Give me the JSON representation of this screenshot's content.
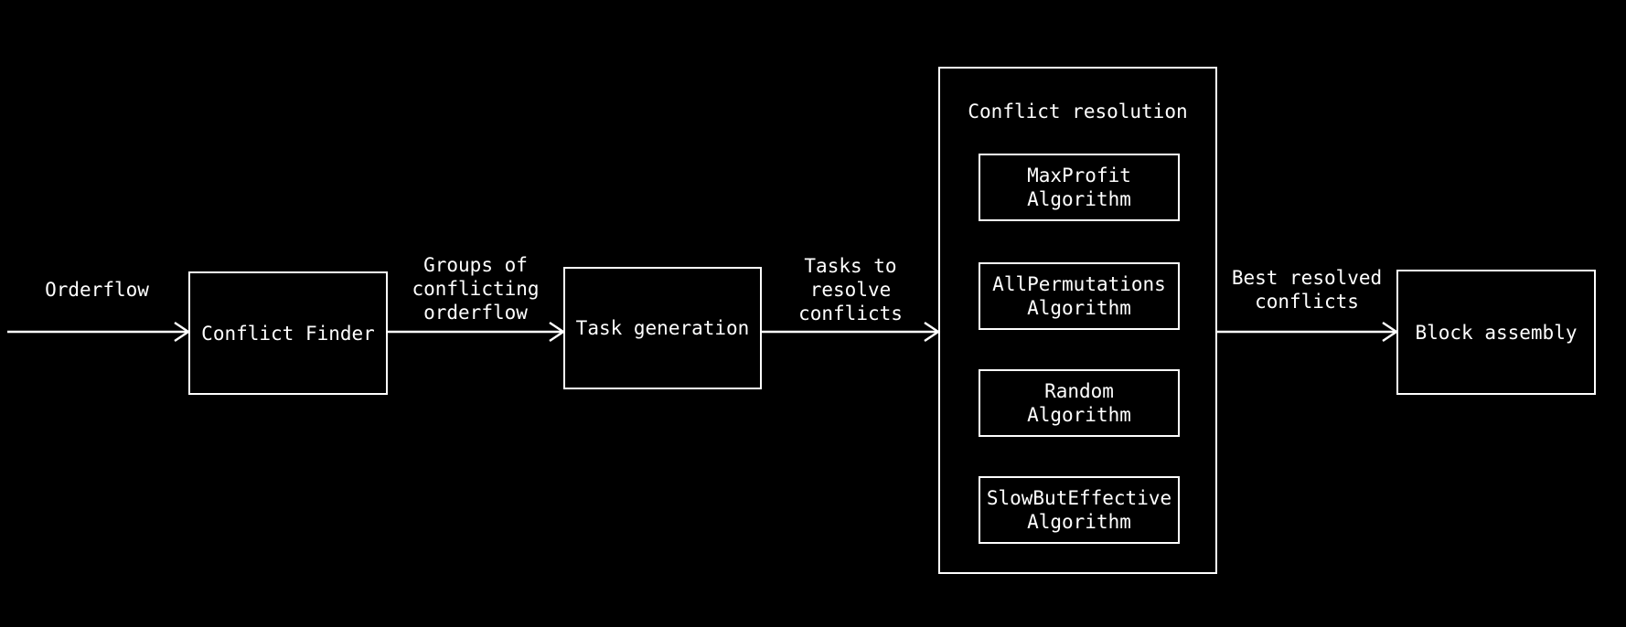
{
  "colors": {
    "background": "#000000",
    "foreground": "#ffffff"
  },
  "flow": {
    "input_label": "Orderflow",
    "conflict_finder": "Conflict Finder",
    "groups_label": "Groups of\nconflicting\norderflow",
    "task_generation": "Task generation",
    "tasks_label": "Tasks to\nresolve\nconflicts",
    "conflict_resolution": {
      "title": "Conflict resolution",
      "algorithms": [
        "MaxProfit\nAlgorithm",
        "AllPermutations\nAlgorithm",
        "Random\nAlgorithm",
        "SlowButEffective\nAlgorithm"
      ]
    },
    "best_label": "Best resolved\nconflicts",
    "block_assembly": "Block assembly"
  }
}
